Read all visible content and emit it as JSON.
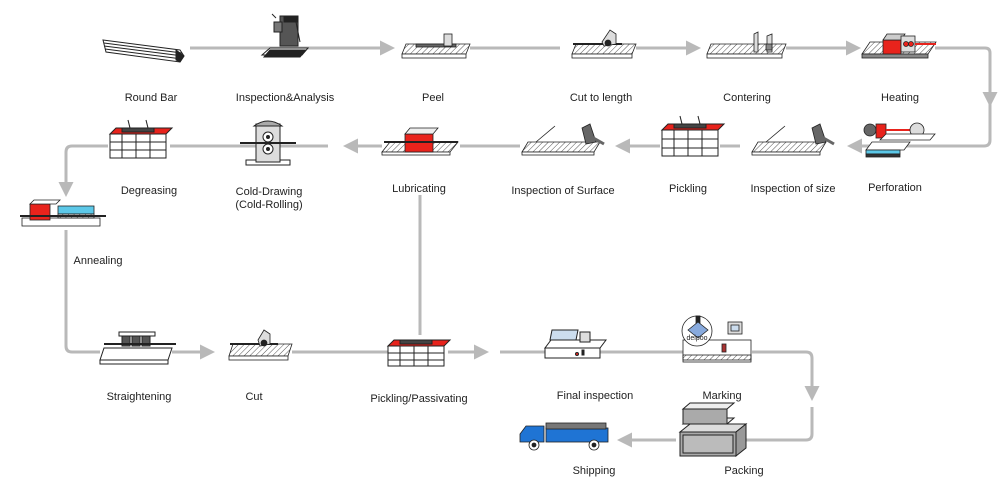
{
  "title": "Seamless steel tube production process",
  "colors": {
    "arrow": "#b9b9b9",
    "furnace_red": "#e8231c",
    "water_blue": "#5cc8e8",
    "truck_blue": "#1f74d4",
    "outline": "#333333"
  },
  "steps": [
    {
      "id": "round-bar",
      "label": "Round Bar"
    },
    {
      "id": "inspection-analysis",
      "label": "Inspection&Analysis"
    },
    {
      "id": "peel",
      "label": "Peel"
    },
    {
      "id": "cut-to-length",
      "label": "Cut to length"
    },
    {
      "id": "contering",
      "label": "Contering"
    },
    {
      "id": "heating",
      "label": "Heating"
    },
    {
      "id": "perforation",
      "label": "Perforation"
    },
    {
      "id": "inspection-of-size",
      "label": "Inspection of size"
    },
    {
      "id": "pickling",
      "label": "Pickling"
    },
    {
      "id": "inspection-of-surface",
      "label": "Inspection of Surface"
    },
    {
      "id": "lubricating",
      "label": "Lubricating"
    },
    {
      "id": "cold-drawing",
      "label": "Cold-Drawing",
      "label2": "(Cold-Rolling)"
    },
    {
      "id": "degreasing",
      "label": "Degreasing"
    },
    {
      "id": "annealing",
      "label": "Annealing"
    },
    {
      "id": "straightening",
      "label": "Straightening"
    },
    {
      "id": "cut",
      "label": "Cut"
    },
    {
      "id": "pickling-passivating",
      "label": "Pickling/Passivating"
    },
    {
      "id": "final-inspection",
      "label": "Final inspection"
    },
    {
      "id": "marking",
      "label": "Marking",
      "stamp": "delpoo"
    },
    {
      "id": "packing",
      "label": "Packing"
    },
    {
      "id": "shipping",
      "label": "Shipping"
    }
  ]
}
